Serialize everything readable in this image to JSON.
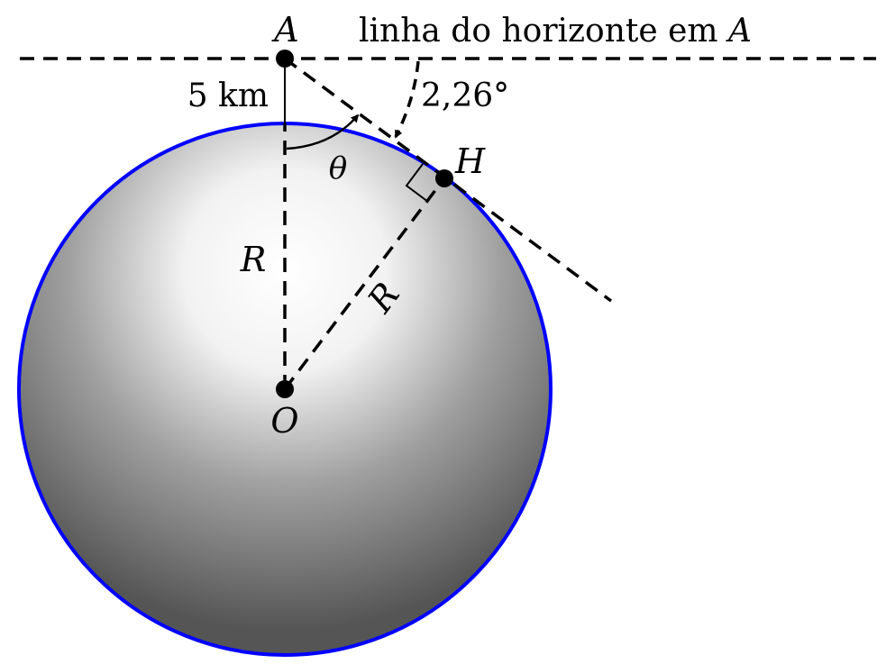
{
  "labels": {
    "point_a": "A",
    "point_h": "H",
    "point_o": "O",
    "height": "5 km",
    "horizon_prefix": "linha do horizonte em ",
    "horizon_point": "A",
    "dip_angle": "2,26°",
    "theta": "θ",
    "radius_vertical": "R",
    "radius_slanted": "R"
  },
  "colors": {
    "circle_outline": "#0000ff",
    "sphere_light": "#ffffff",
    "sphere_dark": "#555555",
    "ink": "#000000"
  }
}
